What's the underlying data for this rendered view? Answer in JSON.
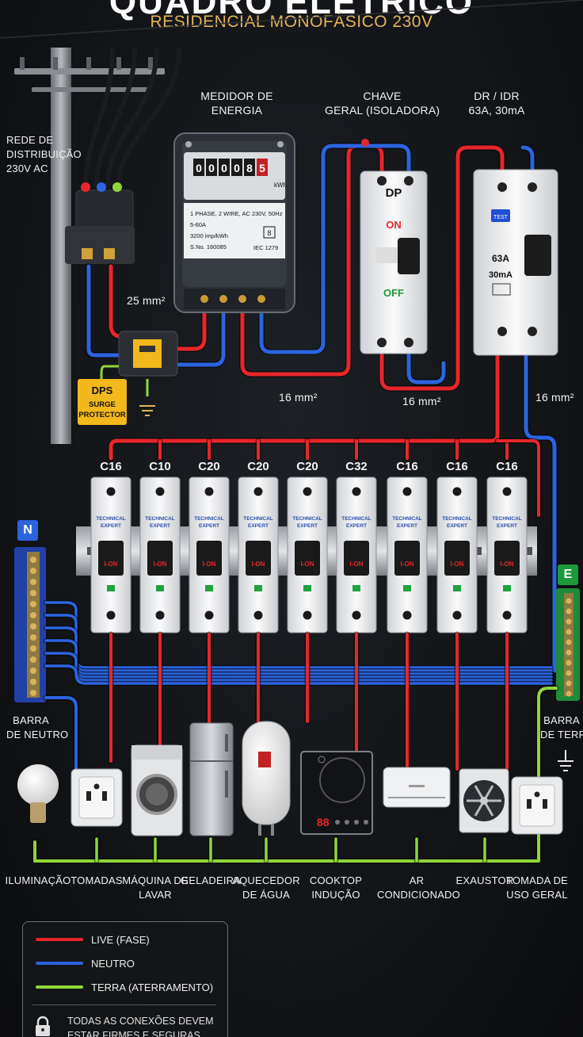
{
  "header": {
    "title": "QUADRO ELÉTRICO",
    "subtitle": "RESIDENCIAL MONOFÁSICO 230V"
  },
  "labels": {
    "grid": [
      "REDE DE",
      "DISTRIBUIÇÃO",
      "230V AC"
    ],
    "meter_title": [
      "MEDIDOR DE",
      "ENERGIA"
    ],
    "main_switch_title": [
      "CHAVE",
      "GERAL (ISOLADORA)"
    ],
    "rcd_title": [
      "DR / IDR",
      "63A, 30mA"
    ],
    "cable_25": "25 mm²",
    "cable_16a": "16 mm²",
    "cable_16b": "16 mm²",
    "cable_16c": "16 mm²",
    "neutral_bar": [
      "BARRA",
      "DE NEUTRO"
    ],
    "earth_bar": [
      "BARRA",
      "DE TERRA"
    ],
    "neutral_badge": "N",
    "earth_badge": "E"
  },
  "meter": {
    "digits": [
      "0",
      "0",
      "0",
      "0",
      "8",
      "5"
    ],
    "unit": "kWh",
    "lines": [
      "1 PHASE, 2 WIRE, AC 230V, 50Hz",
      "5-60A",
      "3200 imp/kWh",
      "S.No. 160085"
    ],
    "standard": "IEC 1279",
    "class": "8"
  },
  "dps": [
    "DPS",
    "SURGE",
    "PROTECTOR"
  ],
  "main_switch": {
    "name": "DP",
    "on": "ON",
    "off": "OFF"
  },
  "rcd": {
    "test": "TEST",
    "rating": "63A",
    "sensitivity": "30mA"
  },
  "breakers": [
    {
      "rating": "C16"
    },
    {
      "rating": "C10"
    },
    {
      "rating": "C20"
    },
    {
      "rating": "C20"
    },
    {
      "rating": "C20"
    },
    {
      "rating": "C32"
    },
    {
      "rating": "C16"
    },
    {
      "rating": "C16"
    },
    {
      "rating": "C16"
    }
  ],
  "breaker_brand": [
    "TECHNICAL",
    "EXPERT"
  ],
  "breaker_switch": "I-ON",
  "loads": [
    {
      "name": [
        "ILUMINAÇÃO"
      ],
      "icon": "light-bulb-icon"
    },
    {
      "name": [
        "TOMADAS"
      ],
      "icon": "socket-icon"
    },
    {
      "name": [
        "MÁQUINA DE",
        "LAVAR"
      ],
      "icon": "washing-machine-icon"
    },
    {
      "name": [
        "GELADEIRA"
      ],
      "icon": "refrigerator-icon"
    },
    {
      "name": [
        "AQUECEDOR",
        "DE ÁGUA"
      ],
      "icon": "water-heater-icon"
    },
    {
      "name": [
        "COOKTOP",
        "INDUÇÃO"
      ],
      "icon": "cooktop-icon"
    },
    {
      "name": [
        "AR",
        "CONDICIONADO"
      ],
      "icon": "air-conditioner-icon"
    },
    {
      "name": [
        "EXAUSTOR"
      ],
      "icon": "exhaust-fan-icon"
    },
    {
      "name": [
        "TOMADA DE",
        "USO GERAL"
      ],
      "icon": "socket-icon"
    }
  ],
  "cooktop_display": "88",
  "legend": {
    "live": "LIVE (FASE)",
    "neutral": "NEUTRO",
    "earth": "TERRA (ATERRAMENTO)",
    "note": [
      "TODAS AS CONEXÕES DEVEM",
      "ESTAR FIRMES E SEGURAS"
    ]
  },
  "colors": {
    "live": "#e8262a",
    "neutral": "#2c64e0",
    "earth": "#8fd63a",
    "accent": "#e3b55a",
    "dps": "#f2b81c"
  }
}
